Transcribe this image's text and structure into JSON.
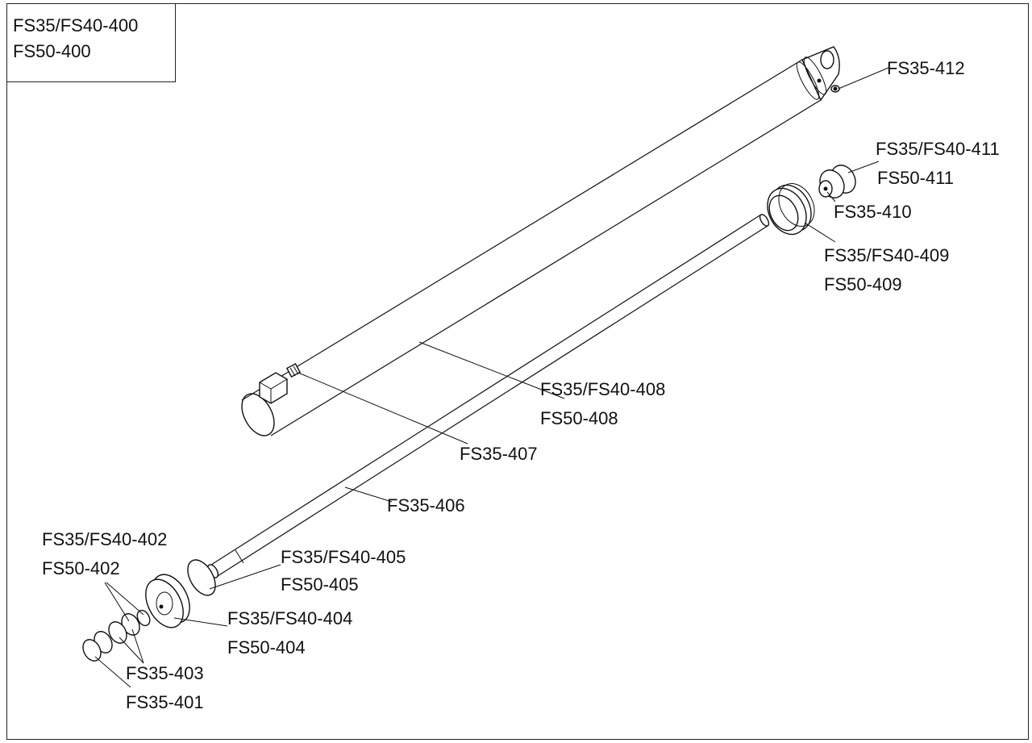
{
  "title_block": {
    "line1": "FS35/FS40-400",
    "line2": "FS50-400"
  },
  "labels": {
    "p412": "FS35-412",
    "p411a": "FS35/FS40-411",
    "p411b": "FS50-411",
    "p410": "FS35-410",
    "p409a": "FS35/FS40-409",
    "p409b": "FS50-409",
    "p408a": "FS35/FS40-408",
    "p408b": "FS50-408",
    "p407": "FS35-407",
    "p406": "FS35-406",
    "p405a": "FS35/FS40-405",
    "p405b": "FS50-405",
    "p404a": "FS35/FS40-404",
    "p404b": "FS50-404",
    "p403": "FS35-403",
    "p402a": "FS35/FS40-402",
    "p402b": "FS50-402",
    "p401": "FS35-401"
  }
}
